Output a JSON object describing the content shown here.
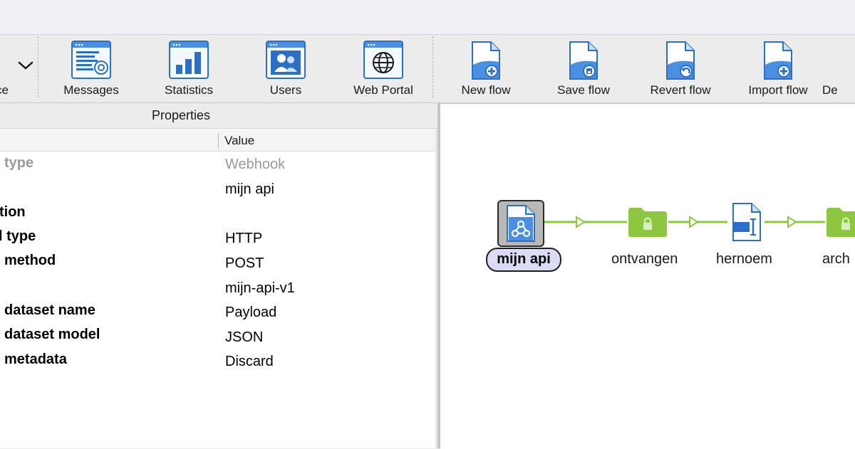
{
  "toolbar": {
    "cut_label": "ce",
    "dropdown_icon": "chevron-down-icon",
    "items": [
      {
        "label": "Messages",
        "icon": "messages-icon"
      },
      {
        "label": "Statistics",
        "icon": "statistics-icon"
      },
      {
        "label": "Users",
        "icon": "users-icon"
      },
      {
        "label": "Web Portal",
        "icon": "web-portal-icon"
      },
      {
        "label": "New flow",
        "icon": "new-flow-icon"
      },
      {
        "label": "Save flow",
        "icon": "save-flow-icon"
      },
      {
        "label": "Revert flow",
        "icon": "revert-flow-icon"
      },
      {
        "label": "Import flow",
        "icon": "import-flow-icon"
      },
      {
        "label": "De",
        "icon": "flow-icon"
      }
    ]
  },
  "properties": {
    "title": "Properties",
    "value_column": "Value",
    "rows": [
      {
        "key": "type",
        "value": "Webhook",
        "muted": true
      },
      {
        "key": "",
        "value": "mijn api"
      },
      {
        "key": "tion",
        "value": ""
      },
      {
        "key": "l type",
        "value": "HTTP"
      },
      {
        "key": "method",
        "value": "POST"
      },
      {
        "key": "",
        "value": "mijn-api-v1"
      },
      {
        "key": "dataset name",
        "value": "Payload"
      },
      {
        "key": "dataset model",
        "value": "JSON"
      },
      {
        "key": "metadata",
        "value": "Discard"
      }
    ]
  },
  "flow": {
    "nodes": [
      {
        "label": "mijn api",
        "icon": "webhook-icon",
        "selected": true
      },
      {
        "label": "ontvangen",
        "icon": "folder-lock-icon"
      },
      {
        "label": "hernoem",
        "icon": "rename-icon"
      },
      {
        "label": "arch",
        "icon": "folder-lock-icon"
      }
    ],
    "connector_color": "#8dc63f"
  }
}
